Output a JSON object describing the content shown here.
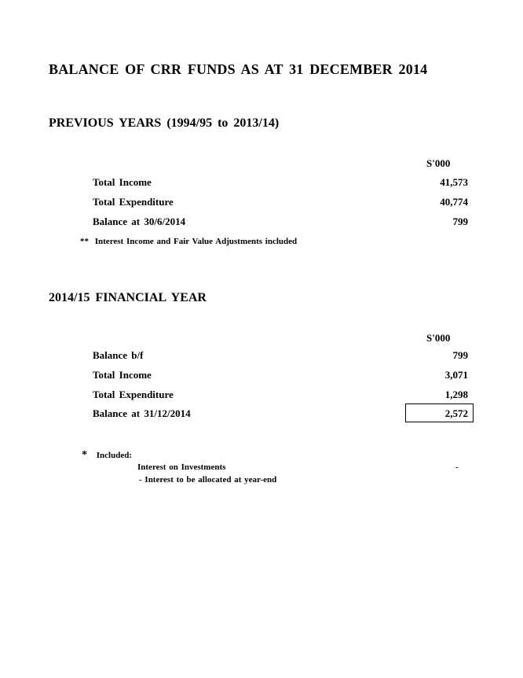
{
  "title": "BALANCE   OF   CRR   FUNDS  AS  AT  31 DECEMBER 2014",
  "previous_years": {
    "heading": "PREVIOUS   YEARS   (1994/95  to  2013/14)",
    "unit": "S'000",
    "rows": [
      {
        "label": "Total  Income",
        "value": "41,573"
      },
      {
        "label": "Total  Expenditure",
        "value": "40,774"
      },
      {
        "label": "Balance at 30/6/2014",
        "value": "799"
      }
    ],
    "note_marker": "**",
    "note_text": "Interest Income and Fair Value Adjustments included"
  },
  "financial_year": {
    "heading": "2014/15    FINANCIAL  YEAR",
    "unit": "S'000",
    "rows": [
      {
        "label": "Balance b/f",
        "value": "799"
      },
      {
        "label": "Total  Income",
        "value": "3,071"
      },
      {
        "label": "Total  Expenditure",
        "value": "1,298"
      },
      {
        "label": "Balance  at  31/12/2014",
        "value": "2,572"
      }
    ]
  },
  "footnote": {
    "marker": "*",
    "label": "Included:",
    "line1": "Interest on Investments",
    "line1_value": "-",
    "line2": "- Interest to be allocated at year-end"
  }
}
